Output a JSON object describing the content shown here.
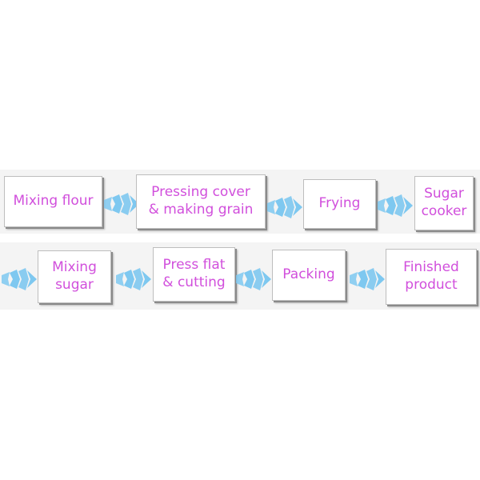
{
  "colors": {
    "text": "#d14fdc",
    "arrow": "#7ec8f0"
  },
  "arrow_icon": "blue-double-chevron-arrow-icon",
  "steps": [
    {
      "label": "Mixing flour"
    },
    {
      "label": "Pressing cover\n& making grain"
    },
    {
      "label": "Frying"
    },
    {
      "label": "Sugar\ncooker"
    },
    {
      "label": "Mixing\nsugar"
    },
    {
      "label": "Press flat\n& cutting"
    },
    {
      "label": "Packing"
    },
    {
      "label": "Finished\nproduct"
    }
  ]
}
